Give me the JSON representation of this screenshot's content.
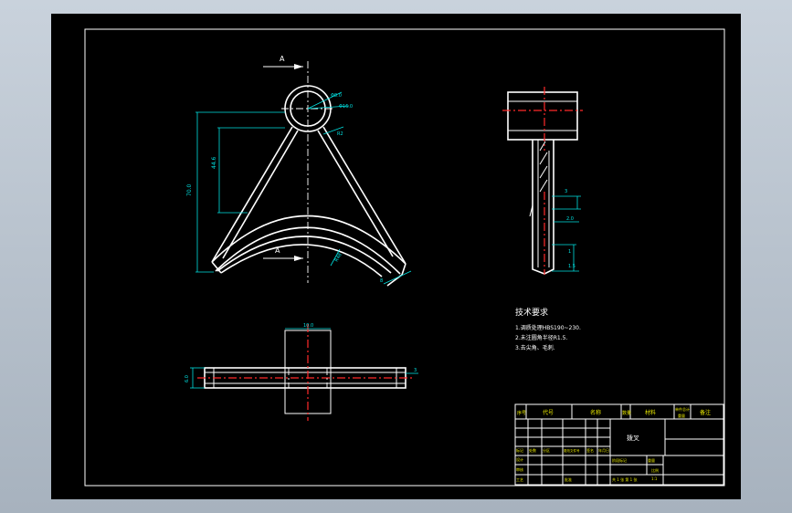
{
  "views": {
    "section_label_top": "A",
    "section_label_bottom": "A"
  },
  "dimensions": {
    "d_hole": "Φ8.0",
    "d_outer": "Φ16.0",
    "r_small": "R2",
    "h_inner": "44.6",
    "h_total": "70.0",
    "r_arc": "R48",
    "w_tip": "8",
    "w_top": "10.0",
    "t_left": "6.0",
    "t_right": "3",
    "s1": "3",
    "s2": "2.0",
    "s3": "1",
    "s4": "1.5"
  },
  "tech": {
    "title": "技术要求",
    "req1": "1.调质处理HBS190~230.",
    "req2": "2.未注圆角半径R1.5.",
    "req3": "3.去尖角、毛刺."
  },
  "title_block": {
    "h_xu": "序号",
    "h_daihao": "代号",
    "h_mingcheng": "名称",
    "h_shu": "数量",
    "h_cailiao": "材料",
    "h_zhong": "单件总计",
    "h_zhong2": "重量",
    "h_beizhu": "备注",
    "part_name": "拨叉",
    "r_biaoji": "标记",
    "r_chushu": "处数",
    "r_fenqu": "分区",
    "r_wenjian": "更改文件号",
    "r_qianming": "签名",
    "r_riqi": "年月日",
    "r_sheji": "设计",
    "r_shenhe": "审核",
    "r_gongyi": "工艺",
    "r_pizhun": "批准",
    "r_jieduan": "阶段标记",
    "r_zhongliang": "重量",
    "r_bili": "比例",
    "scale_val": "1:1",
    "sheets": "共 1 张   第 1 张"
  }
}
